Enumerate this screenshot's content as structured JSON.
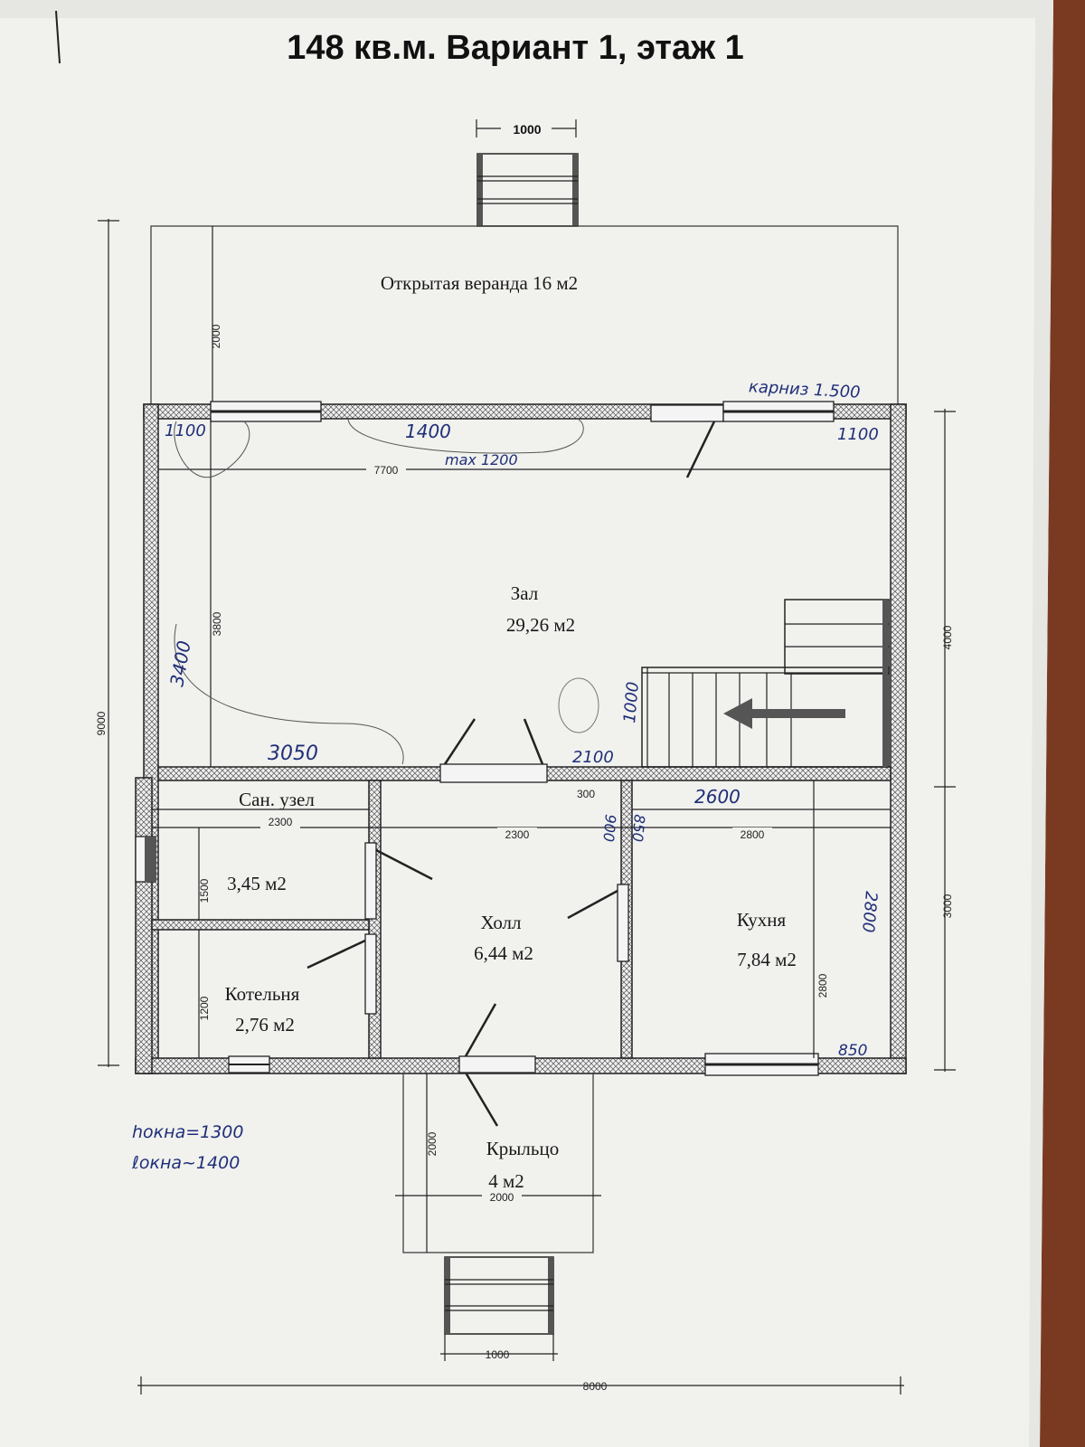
{
  "title": "148 кв.м. Вариант 1, этаж 1",
  "rooms": {
    "veranda": "Открытая веранда 16 м2",
    "hall_name": "Зал",
    "hall_area": "29,26 м2",
    "bath_name": "Сан. узел",
    "bath_area": "3,45 м2",
    "boiler_name": "Котельня",
    "boiler_area": "2,76 м2",
    "lobby_name": "Холл",
    "lobby_area": "6,44 м2",
    "kitchen_name": "Кухня",
    "kitchen_area": "7,84 м2",
    "porch_name": "Крыльцо",
    "porch_area": "4 м2"
  },
  "dimensions": {
    "top_stair": "1000",
    "veranda_depth": "2000",
    "hall_width": "7700",
    "hall_depth": "3800",
    "left_total": "9000",
    "right_top": "4000",
    "right_bottom": "3000",
    "bath_width": "2300",
    "lobby_width": "2300",
    "kitchen_width": "2800",
    "bath_depth": "1500",
    "boiler_depth": "1200",
    "kitchen_depth": "2800",
    "partition_300": "300",
    "porch_depth": "2000",
    "porch_width": "2000",
    "bottom_stair": "1000",
    "total_width": "8000"
  },
  "handwritten": {
    "cornice": "карниз 1.500",
    "left_1100": "1100",
    "right_1100": "1100",
    "mid_1400": "1400",
    "max_1200": "max 1200",
    "v3400": "3400",
    "v1000": "1000",
    "n3050": "3050",
    "n2100": "2100",
    "n2600": "2600",
    "v900": "900",
    "v850a": "850",
    "v2800": "2800",
    "n850b": "850",
    "h_window": "hокна=1300",
    "l_window": "ℓокна~1400"
  }
}
